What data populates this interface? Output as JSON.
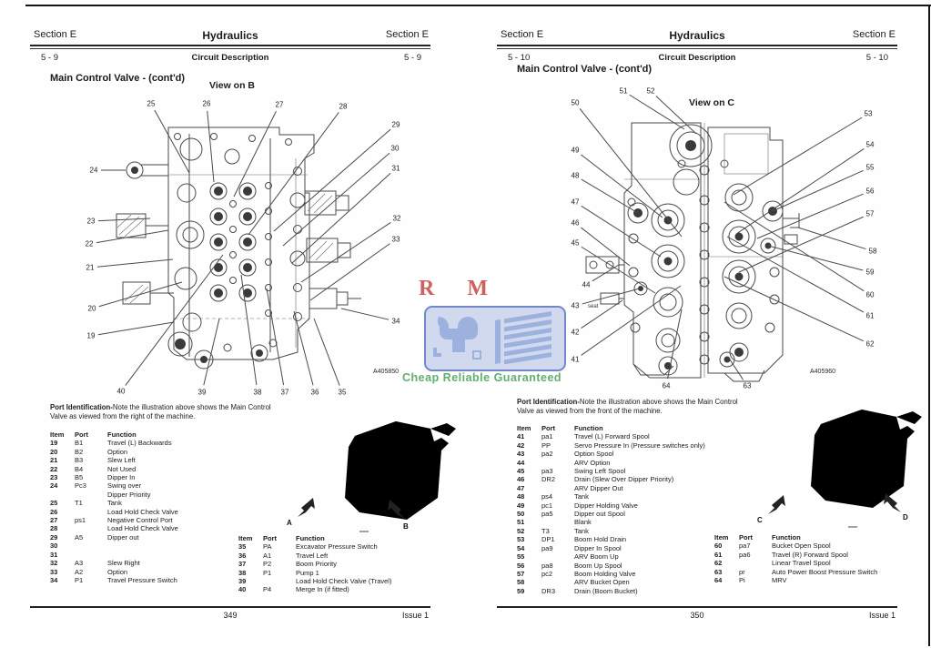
{
  "watermark": {
    "letters": "R M",
    "tagline": "Cheap Reliable Guaranteed",
    "colors": {
      "letters": "#c23b35",
      "box_fill": "#cbd4ec",
      "box_border": "#7288c6",
      "glyph": "#9db1de",
      "tagline": "#45a258"
    }
  },
  "pages": [
    {
      "header": {
        "left": "Section E",
        "center": "Hydraulics",
        "right": "Section E",
        "sub_left": "5 - 9",
        "sub_center": "Circuit Description",
        "sub_right": "5 - 9"
      },
      "title": "Main Control Valve - (cont'd)",
      "diagram": {
        "view_label": "View on B",
        "figure_code": "A405850",
        "callouts": [
          [
            19,
            55,
            277,
            146,
            262
          ],
          [
            20,
            56,
            247,
            155,
            218
          ],
          [
            21,
            54,
            202,
            145,
            193
          ],
          [
            22,
            53,
            176,
            140,
            161
          ],
          [
            23,
            55,
            151,
            120,
            148
          ],
          [
            24,
            58,
            95,
            93,
            95
          ],
          [
            25,
            121,
            22,
            163,
            98
          ],
          [
            26,
            182,
            22,
            190,
            108
          ],
          [
            27,
            262,
            23,
            212,
            124
          ],
          [
            28,
            332,
            25,
            228,
            166
          ],
          [
            29,
            390,
            45,
            256,
            162
          ],
          [
            30,
            389,
            71,
            266,
            178
          ],
          [
            31,
            390,
            93,
            276,
            197
          ],
          [
            32,
            391,
            148,
            286,
            218
          ],
          [
            33,
            390,
            171,
            296,
            238
          ],
          [
            34,
            390,
            261,
            330,
            247
          ],
          [
            35,
            331,
            339,
            300,
            258
          ],
          [
            36,
            301,
            339,
            278,
            250
          ],
          [
            37,
            268,
            339,
            248,
            225
          ],
          [
            38,
            238,
            339,
            220,
            210
          ],
          [
            39,
            177,
            339,
            196,
            258
          ],
          [
            40,
            88,
            338,
            200,
            188
          ]
        ]
      },
      "note": {
        "bold": "Port Identification-",
        "rest": "Note the illustration above shows the Main Control Valve as viewed from the right of the machine."
      },
      "tables": [
        {
          "headers": [
            "Item",
            "Port",
            "Function"
          ],
          "rows": [
            [
              "19",
              "B1",
              "Travel (L) Backwards"
            ],
            [
              "20",
              "B2",
              "Option"
            ],
            [
              "21",
              "B3",
              "Slew Left"
            ],
            [
              "22",
              "B4",
              "Not Used"
            ],
            [
              "23",
              "B5",
              "Dipper In"
            ],
            [
              "24",
              "Pc3",
              "Swing over"
            ],
            [
              "",
              "",
              "Dipper Priority"
            ],
            [
              "25",
              "T1",
              "Tank"
            ],
            [
              "26",
              "",
              "Load Hold Check Valve"
            ],
            [
              "27",
              "ps1",
              "Negative Control Port"
            ],
            [
              "28",
              "",
              "Load Hold Check Valve"
            ],
            [
              "29",
              "A5",
              "Dipper out"
            ],
            [
              "30",
              "",
              ""
            ],
            [
              "31",
              "",
              ""
            ],
            [
              "32",
              "A3",
              "Slew Right"
            ],
            [
              "33",
              "A2",
              "Option"
            ],
            [
              "34",
              "P1",
              "Travel Pressure Switch"
            ]
          ]
        },
        {
          "headers": [
            "Item",
            "Port",
            "Function"
          ],
          "rows": [
            [
              "35",
              "PA",
              "Excavator Pressure Switch"
            ],
            [
              "36",
              "A1",
              "Travel Left"
            ],
            [
              "37",
              "P2",
              "Boom Priority"
            ],
            [
              "38",
              "P1",
              "Pump 1"
            ],
            [
              "39",
              "",
              "Load Hold Check Valve (Travel)"
            ],
            [
              "40",
              "P4",
              "Merge In (if fitted)"
            ]
          ]
        }
      ],
      "iso": {
        "letters": [
          "A",
          "B"
        ]
      },
      "footer": {
        "page": "349",
        "issue": "Issue 1"
      }
    },
    {
      "header": {
        "left": "Section E",
        "center": "Hydraulics",
        "right": "Section E",
        "sub_left": "5 - 10",
        "sub_center": "Circuit Description",
        "sub_right": "5 - 10"
      },
      "title": "Main Control Valve - (cont'd)",
      "diagram": {
        "view_label": "View on C",
        "figure_code": "A405960",
        "annotation": "seat",
        "callouts": [
          [
            50,
            88,
            21,
            205,
            168
          ],
          [
            51,
            141,
            8,
            208,
            50
          ],
          [
            52,
            171,
            8,
            221,
            55
          ],
          [
            49,
            88,
            73,
            184,
            147
          ],
          [
            48,
            88,
            101,
            157,
            142
          ],
          [
            47,
            88,
            130,
            182,
            190
          ],
          [
            46,
            88,
            153,
            148,
            200
          ],
          [
            45,
            88,
            175,
            176,
            230
          ],
          [
            44,
            100,
            221,
            136,
            199
          ],
          [
            43,
            88,
            244,
            159,
            225
          ],
          [
            42,
            88,
            273,
            140,
            238
          ],
          [
            41,
            88,
            303,
            204,
            222
          ],
          [
            53,
            410,
            33,
            262,
            122
          ],
          [
            54,
            412,
            67,
            265,
            165
          ],
          [
            55,
            412,
            92,
            305,
            140
          ],
          [
            56,
            412,
            118,
            288,
            170
          ],
          [
            57,
            412,
            143,
            268,
            207
          ],
          [
            58,
            415,
            184,
            333,
            158
          ],
          [
            59,
            412,
            207,
            300,
            178
          ],
          [
            60,
            412,
            232,
            252,
            130
          ],
          [
            61,
            412,
            255,
            255,
            168
          ],
          [
            62,
            412,
            286,
            252,
            212
          ],
          [
            64,
            188,
            332,
            205,
            248
          ],
          [
            63,
            277,
            332,
            256,
            300
          ]
        ]
      },
      "note": {
        "bold": "Port Identification-",
        "rest": "Note the illustration above shows the Main Control Valve as viewed from the front of the machine."
      },
      "tables": [
        {
          "headers": [
            "Item",
            "Port",
            "Function"
          ],
          "rows": [
            [
              "41",
              "pa1",
              "Travel (L) Forward Spool"
            ],
            [
              "42",
              "PP",
              "Servo Pressure In (Pressure switches only)"
            ],
            [
              "43",
              "pa2",
              "Option Spool"
            ],
            [
              "44",
              "",
              "ARV Option"
            ],
            [
              "45",
              "pa3",
              "Swing Left  Spool"
            ],
            [
              "46",
              "DR2",
              "Drain (Slew Over Dipper Priority)"
            ],
            [
              "47",
              "",
              "ARV Dipper Out"
            ],
            [
              "48",
              "ps4",
              "Tank"
            ],
            [
              "49",
              "pc1",
              "Dipper Holding Valve"
            ],
            [
              "50",
              "pa5",
              "Dipper out  Spool"
            ],
            [
              "51",
              "",
              "Blank"
            ],
            [
              "52",
              "T3",
              "Tank"
            ],
            [
              "53",
              "DP1",
              "Boom Hold Drain"
            ],
            [
              "54",
              "pa9",
              "Dipper In Spool"
            ],
            [
              "55",
              "",
              "ARV Boom Up"
            ],
            [
              "56",
              "pa8",
              "Boom Up Spool"
            ],
            [
              "57",
              "pc2",
              "Boom Holding Valve"
            ],
            [
              "58",
              "",
              "ARV Bucket Open"
            ],
            [
              "59",
              "DR3",
              "Drain (Boom Bucket)"
            ]
          ]
        },
        {
          "headers": [
            "Item",
            "Port",
            "Function"
          ],
          "rows": [
            [
              "60",
              "pa7",
              "Bucket Open Spool"
            ],
            [
              "61",
              "pa6",
              "Travel (R) Forward Spool"
            ],
            [
              "62",
              "",
              "Linear Travel Spool"
            ],
            [
              "63",
              "pr",
              "Auto Power Boost Pressure Switch"
            ],
            [
              "64",
              "Pi",
              "MRV"
            ]
          ]
        }
      ],
      "iso": {
        "letters": [
          "C",
          "D"
        ]
      },
      "footer": {
        "page": "350",
        "issue": "Issue 1"
      }
    }
  ]
}
